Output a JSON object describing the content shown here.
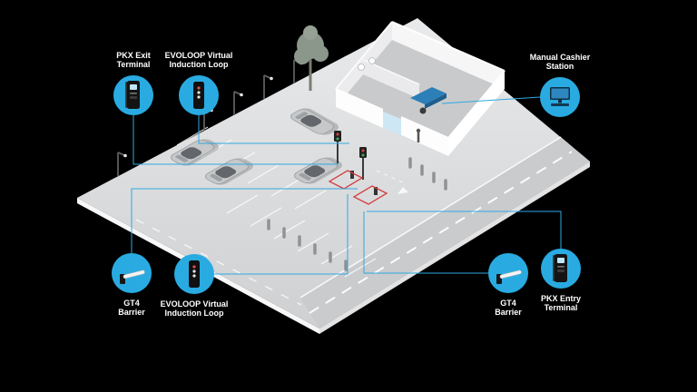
{
  "colors": {
    "background": "#000000",
    "accent": "#29abe2",
    "connector": "#2fa8e1"
  },
  "callouts": {
    "pkx_exit": {
      "line1": "PKX Exit",
      "line2": "Terminal",
      "icon": "exit-terminal-icon"
    },
    "evoloop_top": {
      "line1": "EVOLOOP Virtual",
      "line2": "Induction Loop",
      "icon": "induction-loop-icon"
    },
    "cashier": {
      "line1": "Manual Cashier",
      "line2": "Station",
      "icon": "cashier-station-icon"
    },
    "gt4_left": {
      "line1": "GT4",
      "line2": "Barrier",
      "icon": "barrier-icon"
    },
    "evoloop_bottom": {
      "line1": "EVOLOOP Virtual",
      "line2": "Induction Loop",
      "icon": "induction-loop-icon"
    },
    "gt4_right": {
      "line1": "GT4",
      "line2": "Barrier",
      "icon": "barrier-icon"
    },
    "pkx_entry": {
      "line1": "PKX Entry",
      "line2": "Terminal",
      "icon": "entry-terminal-icon"
    }
  }
}
